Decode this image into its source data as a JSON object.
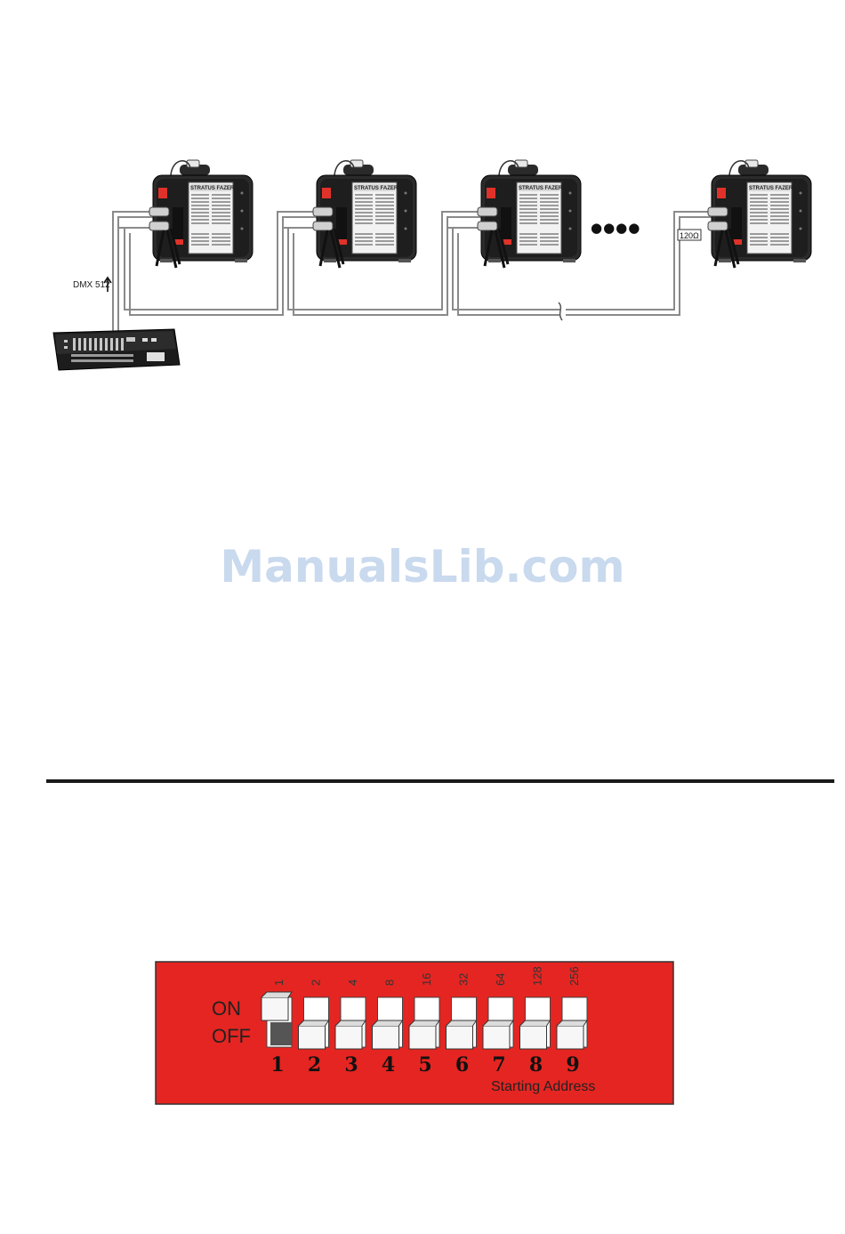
{
  "diagram": {
    "controller_label": "DMX 512",
    "terminator_label": "120Ω",
    "ellipsis": "●●●●",
    "fixture_brand": "STRATUS FAZER",
    "fixture_count": 4
  },
  "watermark": "ManualsLib.com",
  "dip_switch": {
    "on_label": "ON",
    "off_label": "OFF",
    "caption": "Starting Address",
    "background_color": "#e52521",
    "switches": [
      {
        "number": "1",
        "value": "1",
        "state": "on"
      },
      {
        "number": "2",
        "value": "2",
        "state": "off"
      },
      {
        "number": "3",
        "value": "4",
        "state": "off"
      },
      {
        "number": "4",
        "value": "8",
        "state": "off"
      },
      {
        "number": "5",
        "value": "16",
        "state": "off"
      },
      {
        "number": "6",
        "value": "32",
        "state": "off"
      },
      {
        "number": "7",
        "value": "64",
        "state": "off"
      },
      {
        "number": "8",
        "value": "128",
        "state": "off"
      },
      {
        "number": "9",
        "value": "256",
        "state": "off"
      }
    ]
  }
}
